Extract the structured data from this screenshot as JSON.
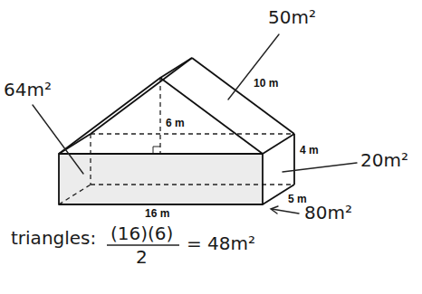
{
  "diagram": {
    "labels": [
      "50m²",
      "10 m",
      "64m²",
      "6 m",
      "4 m",
      "20m²",
      "5 m",
      "80m²",
      "16 m",
      "triangles:",
      "(16)(6)",
      "2",
      "= 48m²"
    ]
  }
}
